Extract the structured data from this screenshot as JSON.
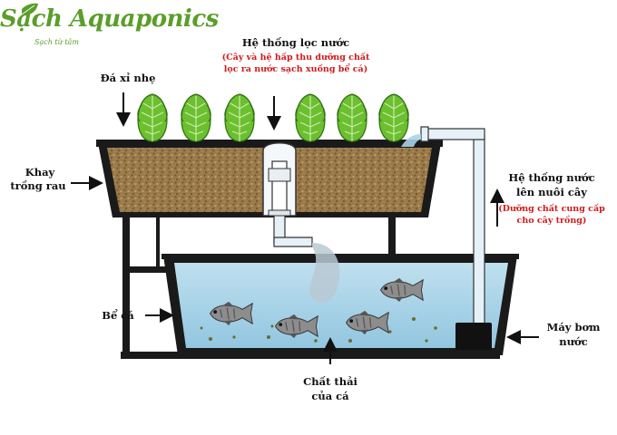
{
  "logo": {
    "name": "Sạch Aquaponics",
    "tagline": "Sạch từ tâm"
  },
  "labels": {
    "filter_title": "Hệ thống lọc nước",
    "filter_desc_1": "(Cây và hệ hấp thu dưỡng chất",
    "filter_desc_2": "lọc ra nước sạch xuống bể cá)",
    "light_stone": "Đá xỉ nhẹ",
    "grow_tray_1": "Khay",
    "grow_tray_2": "trồng rau",
    "water_up_1": "Hệ thống nước",
    "water_up_2": "lên nuôi cây",
    "water_up_desc_1": "(Dưỡng chất cung cấp",
    "water_up_desc_2": "cho cây trồng)",
    "fish_tank": "Bể cá",
    "pump_1": "Máy bơm",
    "pump_2": "nước",
    "waste_1": "Chất thải",
    "waste_2": "của cá"
  },
  "colors": {
    "gravel": "#9a7a4a",
    "water": "#a9d4e8",
    "lettuce": "#6cbf2e",
    "pipe": "#e6f1f7",
    "frame": "#1a1a1a",
    "logo": "#5a9e2a",
    "note_red": "#d11a1a"
  },
  "icons": [
    "lettuce-icon",
    "fish-icon",
    "pump-icon",
    "bell-siphon-icon",
    "arrow-icon",
    "leaf-icon"
  ]
}
